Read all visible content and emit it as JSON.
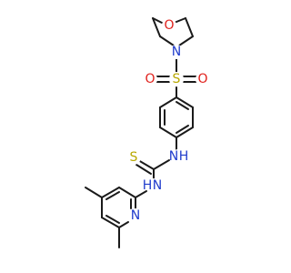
{
  "molecule": {
    "atoms": {
      "o_morpholine": "O",
      "n_morpholine": "N",
      "s_sulfonyl": "S",
      "o_sulfonyl_left": "O",
      "o_sulfonyl_right": "O",
      "n_h_upper": "N",
      "h_upper": "H",
      "s_thione": "S",
      "n_h_lower": "N",
      "h_lower": "H",
      "n_pyridine": "N"
    },
    "colors": {
      "bond": "#1a1a1a",
      "carbon_text": "#1a1a1a",
      "nitrogen": "#1f3bcc",
      "oxygen": "#e0201b",
      "sulfur": "#b8a800"
    }
  }
}
